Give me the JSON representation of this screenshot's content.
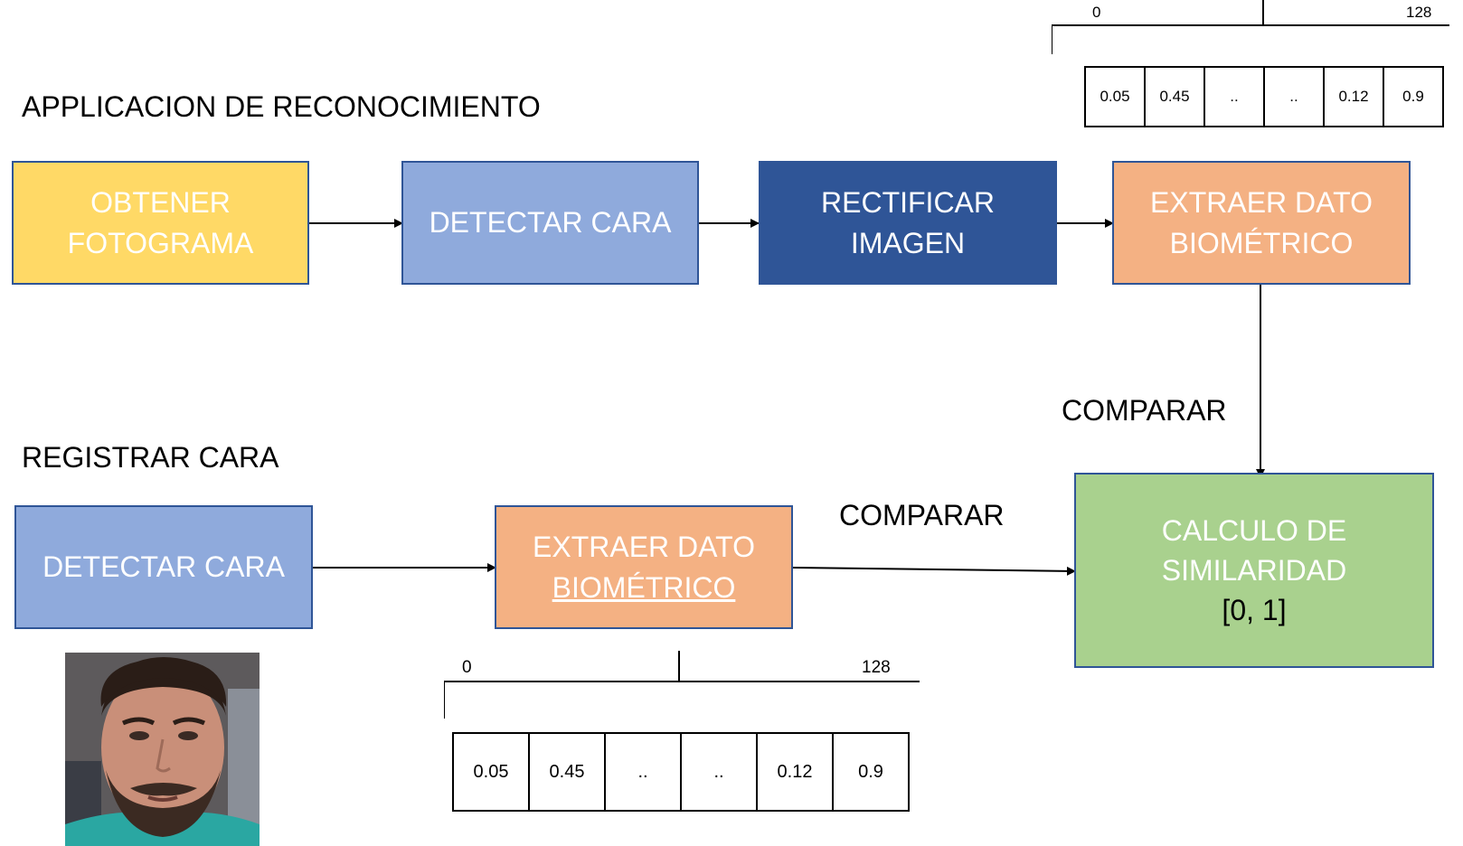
{
  "colors": {
    "obtain": "#ffd966",
    "detect": "#8faadc",
    "rectify": "#2f5597",
    "extract": "#f4b183",
    "similarity": "#a9d18e",
    "border": "#2f5597"
  },
  "recognition": {
    "heading": "APPLICACION DE RECONOCIMIENTO",
    "steps": [
      {
        "lines": [
          "OBTENER",
          "FOTOGRAMA"
        ]
      },
      {
        "lines": [
          "DETECTAR CARA"
        ]
      },
      {
        "lines": [
          "RECTIFICAR",
          "IMAGEN"
        ]
      },
      {
        "lines": [
          "EXTRAER DATO",
          "BIOMÉTRICO"
        ]
      }
    ]
  },
  "compare_labels": [
    "COMPARAR",
    "COMPARAR"
  ],
  "registration": {
    "heading": "REGISTRAR CARA",
    "steps": [
      {
        "lines": [
          "DETECTAR CARA"
        ]
      },
      {
        "lines": [
          "EXTRAER DATO",
          "BIOMÉTRICO"
        ]
      }
    ]
  },
  "similarity": {
    "lines": [
      "CALCULO DE",
      "SIMILARIDAD"
    ],
    "range": "[0, 1]"
  },
  "vector_top": {
    "start": "0",
    "end": "128",
    "cells": [
      "0.05",
      "0.45",
      "..",
      "..",
      "0.12",
      "0.9"
    ]
  },
  "vector_bottom": {
    "start": "0",
    "end": "128",
    "cells": [
      "0.05",
      "0.45",
      "..",
      "..",
      "0.12",
      "0.9"
    ]
  },
  "photo": {
    "icon": "face-photo"
  }
}
